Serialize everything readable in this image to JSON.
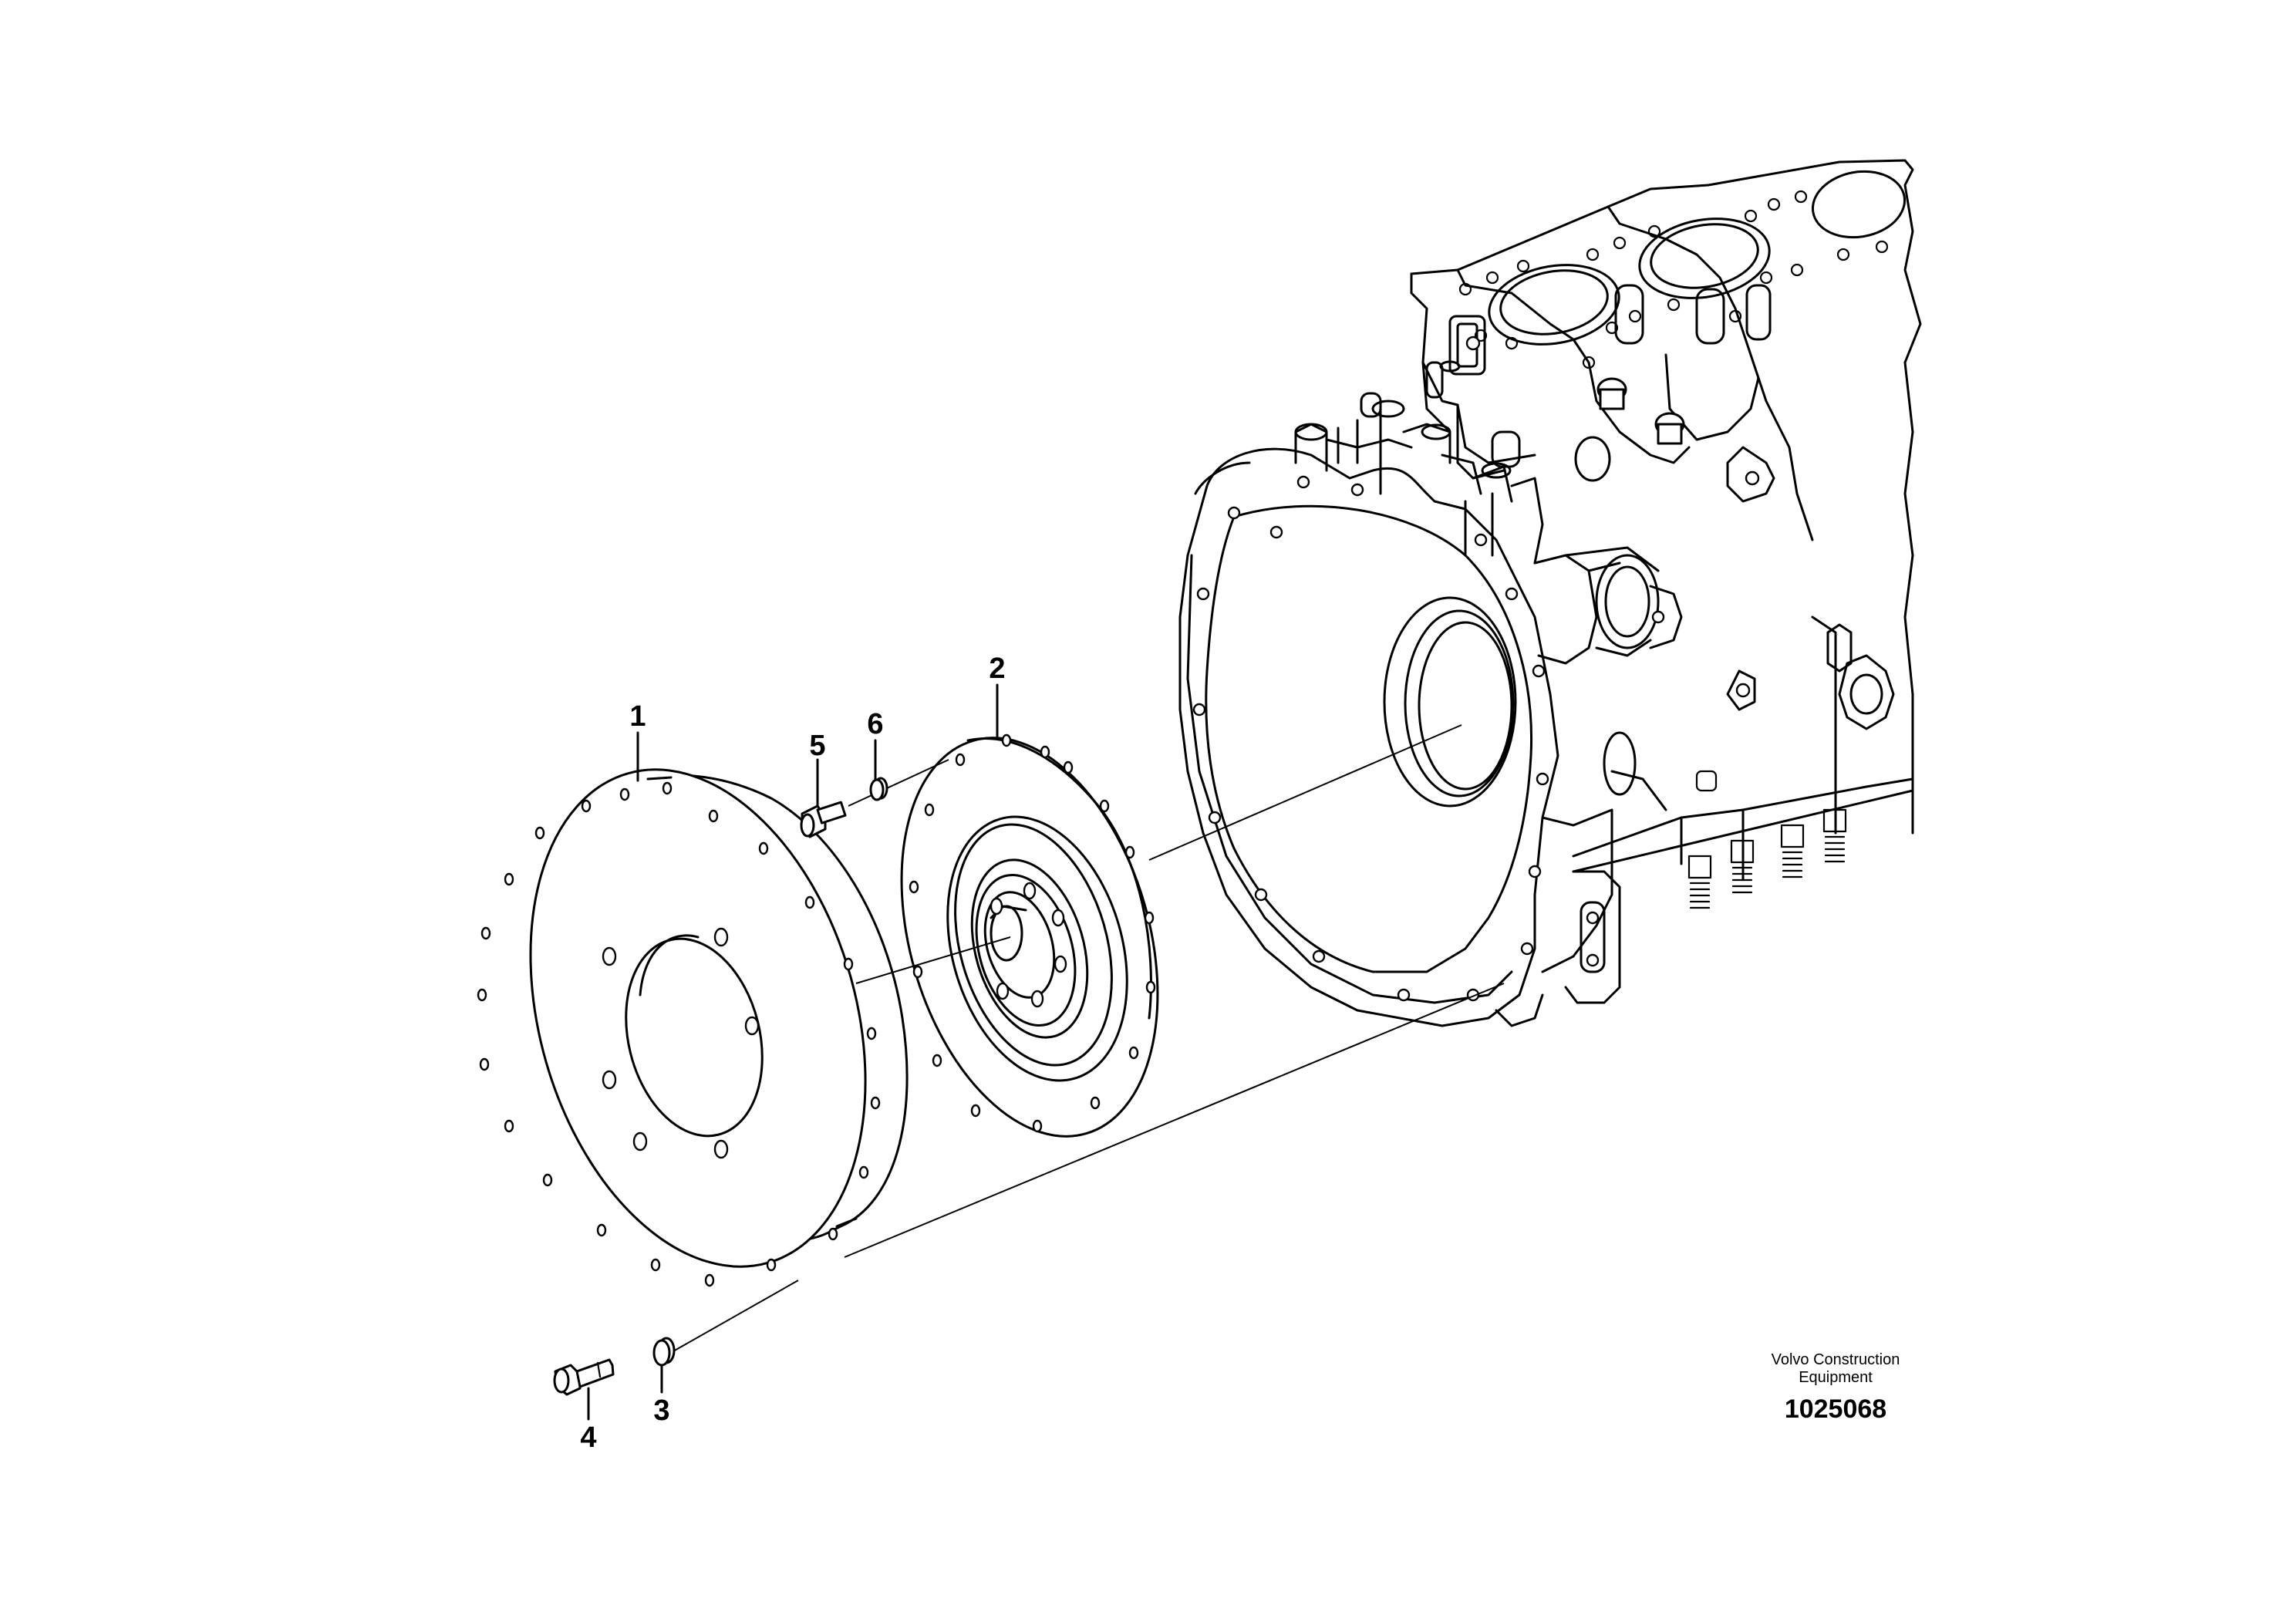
{
  "callouts": {
    "c1": "1",
    "c2": "2",
    "c3": "3",
    "c4": "4",
    "c5": "5",
    "c6": "6"
  },
  "publisher": {
    "line1": "Volvo Construction",
    "line2": "Equipment"
  },
  "drawing_number": "1025068"
}
